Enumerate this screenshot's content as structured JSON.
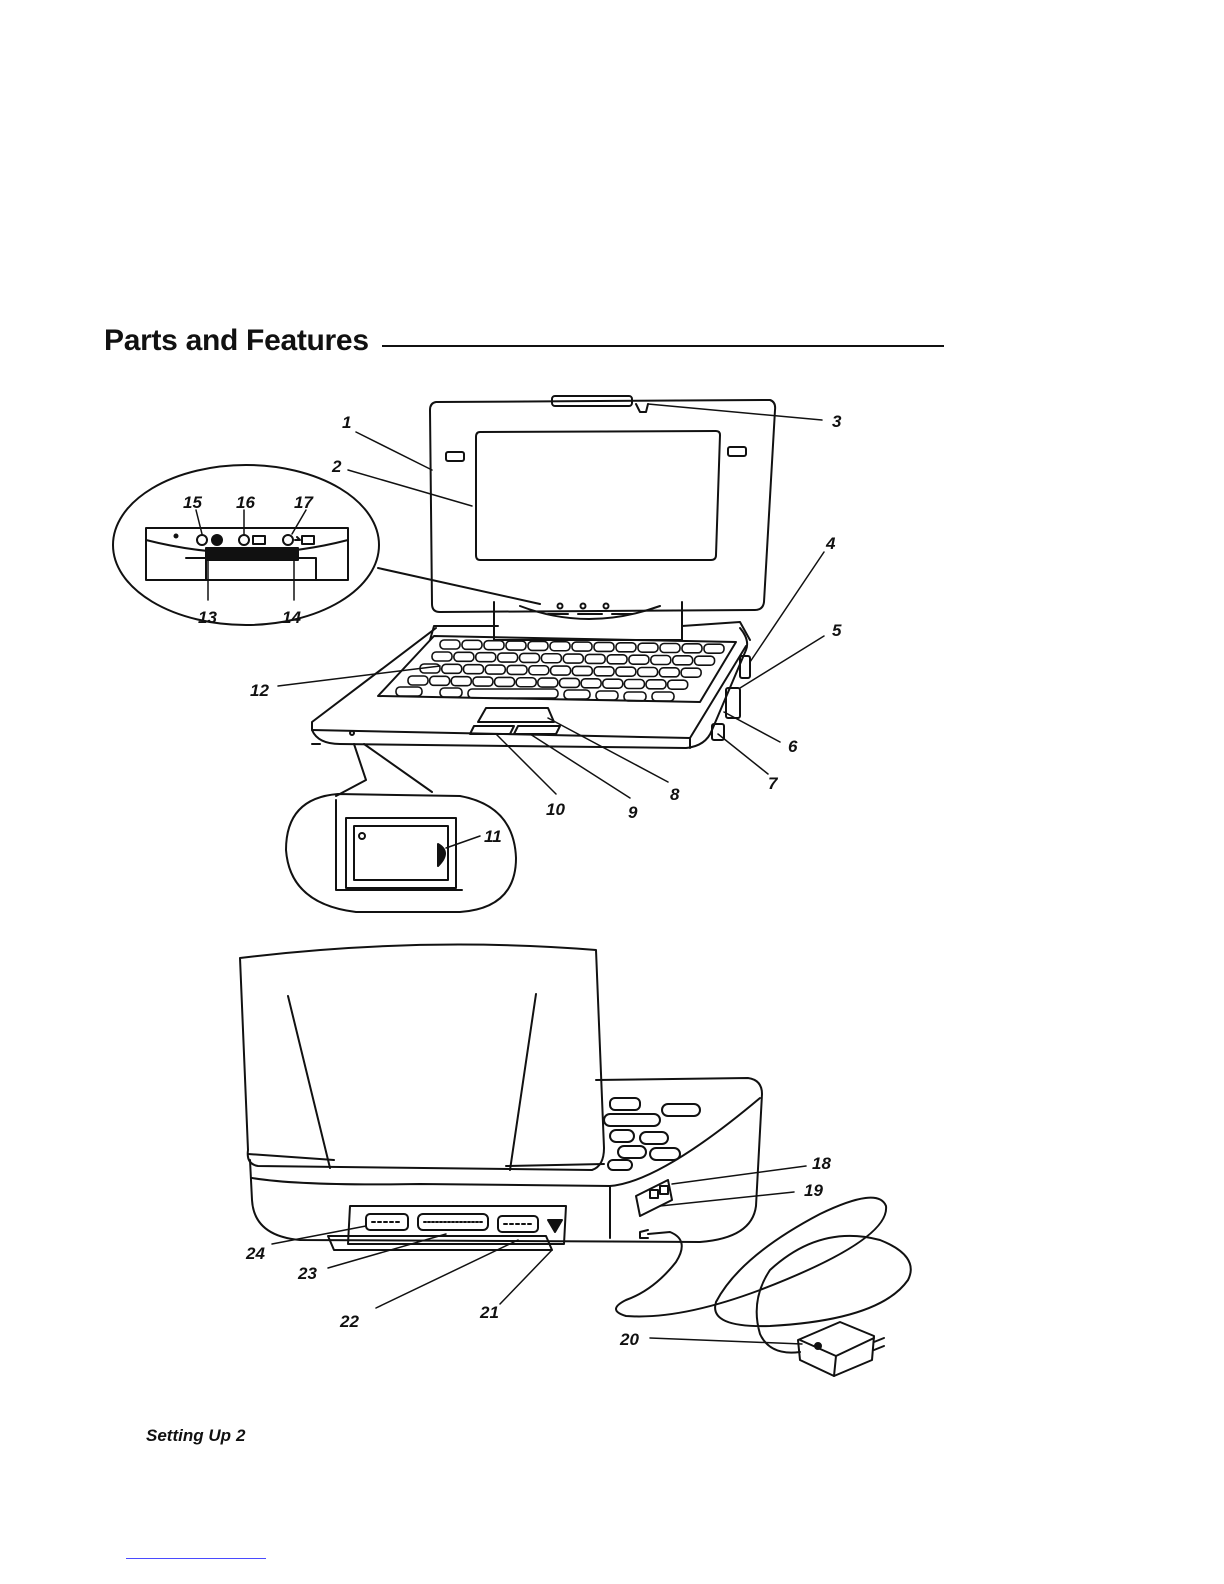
{
  "section": {
    "title": "Parts and Features"
  },
  "figure": {
    "callouts": [
      "1",
      "2",
      "3",
      "4",
      "5",
      "6",
      "7",
      "8",
      "9",
      "10",
      "11",
      "12",
      "13",
      "14",
      "15",
      "16",
      "17",
      "18",
      "19",
      "20",
      "21",
      "22",
      "23",
      "24"
    ]
  },
  "footer": {
    "label": "Setting Up",
    "page": "2"
  }
}
